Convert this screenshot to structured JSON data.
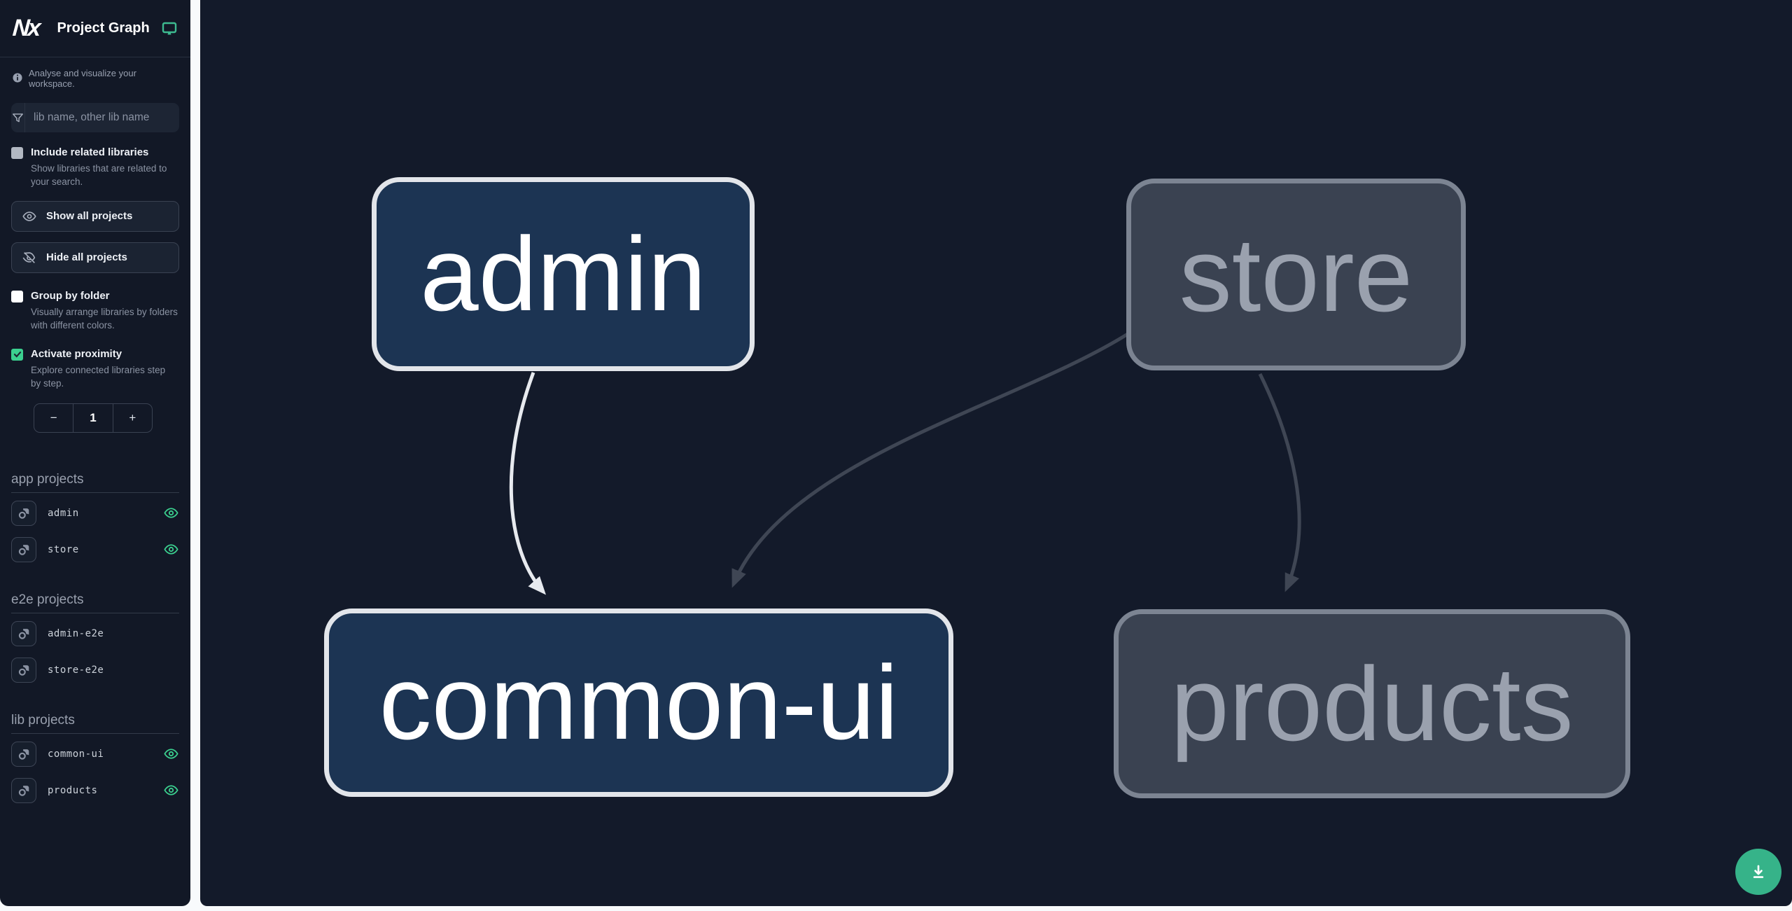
{
  "app": {
    "logo_text": "Nx",
    "title": "Project Graph"
  },
  "colors": {
    "accent_teal": "#36b389",
    "accent_green": "#3bd08f",
    "focused_node_fill": "#1c3453",
    "focused_node_border": "#e2e5ea",
    "faded_node_fill": "#3a4251",
    "faded_node_border": "#7c8492",
    "canvas_bg": "#131a2a",
    "sidebar_bg": "#121826",
    "edge_light": "#e7eaef",
    "edge_dark": "#3f4654"
  },
  "sidebar": {
    "tagline": "Analyse and visualize your workspace.",
    "search": {
      "placeholder": "lib name, other lib name",
      "value": ""
    },
    "include_related": {
      "label": "Include related libraries",
      "description": "Show libraries that are related to your search.",
      "checked": false
    },
    "show_all_label": "Show all projects",
    "hide_all_label": "Hide all projects",
    "group_by_folder": {
      "label": "Group by folder",
      "description": "Visually arrange libraries by folders with different colors.",
      "checked": false
    },
    "activate_proximity": {
      "label": "Activate proximity",
      "description": "Explore connected libraries step by step.",
      "checked": true
    },
    "proximity_stepper": {
      "minus": "−",
      "value": "1",
      "plus": "+"
    },
    "sections": [
      {
        "title": "app projects",
        "items": [
          {
            "name": "admin",
            "visible": true
          },
          {
            "name": "store",
            "visible": true
          }
        ]
      },
      {
        "title": "e2e projects",
        "items": [
          {
            "name": "admin-e2e",
            "visible": false
          },
          {
            "name": "store-e2e",
            "visible": false
          }
        ]
      },
      {
        "title": "lib projects",
        "items": [
          {
            "name": "common-ui",
            "visible": true
          },
          {
            "name": "products",
            "visible": true
          }
        ]
      }
    ]
  },
  "graph": {
    "nodes": [
      {
        "label": "admin",
        "state": "focused"
      },
      {
        "label": "store",
        "state": "faded"
      },
      {
        "label": "common-ui",
        "state": "focused"
      },
      {
        "label": "products",
        "state": "faded"
      }
    ],
    "edges": [
      {
        "from": "admin",
        "to": "common-ui",
        "style": "light"
      },
      {
        "from": "store",
        "to": "common-ui",
        "style": "dark"
      },
      {
        "from": "store",
        "to": "products",
        "style": "dark"
      }
    ]
  },
  "fab": {
    "action": "download"
  }
}
